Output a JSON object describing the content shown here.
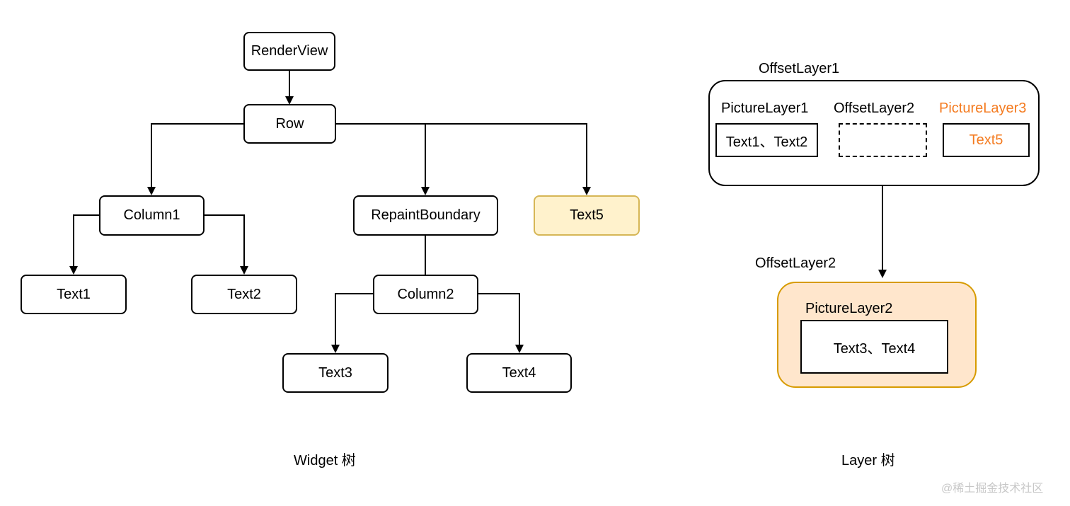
{
  "widget_tree": {
    "caption": "Widget 树",
    "nodes": {
      "render_view": "RenderView",
      "row": "Row",
      "column1": "Column1",
      "repaint_boundary": "RepaintBoundary",
      "text5": "Text5",
      "text1": "Text1",
      "text2": "Text2",
      "column2": "Column2",
      "text3": "Text3",
      "text4": "Text4"
    },
    "highlight_color": "#fff2cc"
  },
  "layer_tree": {
    "caption": "Layer 树",
    "offset_layer1": {
      "title": "OffsetLayer1",
      "picture_layer1": {
        "title": "PictureLayer1",
        "content": "Text1、Text2"
      },
      "offset_layer2": {
        "title": "OffsetLayer2",
        "content": ""
      },
      "picture_layer3": {
        "title": "PictureLayer3",
        "content": "Text5"
      }
    },
    "offset_layer2": {
      "title": "OffsetLayer2",
      "picture_layer2": {
        "title": "PictureLayer2",
        "content": "Text3、Text4"
      }
    },
    "accent_color": "#f47b20",
    "warm_fill": "#ffe6cc"
  },
  "watermark": "@稀土掘金技术社区"
}
